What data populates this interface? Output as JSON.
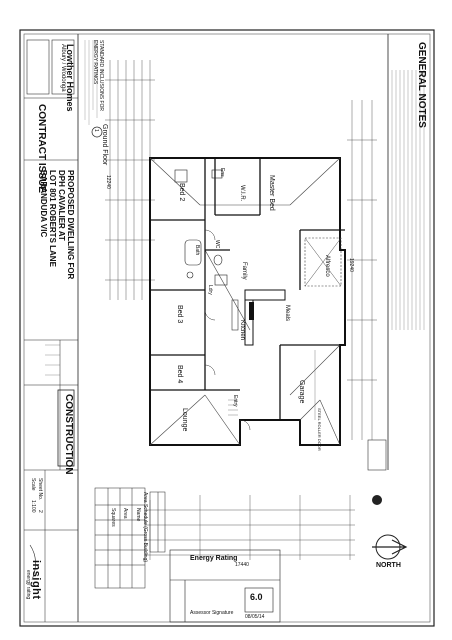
{
  "title_block": {
    "general_notes": "GENERAL NOTES",
    "company_name": "Lowther Homes",
    "company_sub": "Albury / Wodonga",
    "contract_issue": "CONTRACT ISSUE",
    "project_line1": "PROPOSED DWELLING FOR",
    "project_line2": "DPH CAVALIER AT",
    "project_line3": "LOT 801 ROBERTS LANE",
    "project_line4": "BARANDUDA VIC",
    "construction": "CONSTRUCTION",
    "sheet_label": "Sheet No.",
    "sheet_value": "2",
    "scale_label": "Scale",
    "scale_value": "1:100",
    "insight": "insight",
    "insight_sub": "energy rating"
  },
  "plan": {
    "ground_floor": "Ground Floor",
    "ground_floor_num": "1",
    "standard_inclusions": "STANDARD INCLUSIONS FOR",
    "energy_ratings": "ENERGY RATINGS",
    "rooms": {
      "bed2": "Bed 2",
      "master_bed": "Master Bed",
      "wir": "W.I.R.",
      "ens": "Ens",
      "bed3": "Bed 3",
      "bed4": "Bed 4",
      "lounge": "Lounge",
      "kitchen": "Kitchen",
      "meals": "Meals",
      "family": "Family",
      "alfresco": "Alfresco",
      "garage": "Garage",
      "ldry": "Ldry",
      "entry": "Entry",
      "wc": "WC",
      "bath": "Bath"
    },
    "dim_top_overall": "12240",
    "dim_bottom_overall": "17440",
    "dim_side": "19240",
    "garage_note": "STEEL ROLLER DOOR",
    "north_label": "NORTH"
  },
  "area_schedule": {
    "title": "Area Schedule (Gross Building)",
    "col_name": "Name",
    "col_area": "Area",
    "col_squares": "Squares"
  },
  "energy_rating": {
    "title": "Energy Rating",
    "stars": "6.0",
    "assessor_label": "Assessor Signature",
    "date": "08/05/14"
  }
}
